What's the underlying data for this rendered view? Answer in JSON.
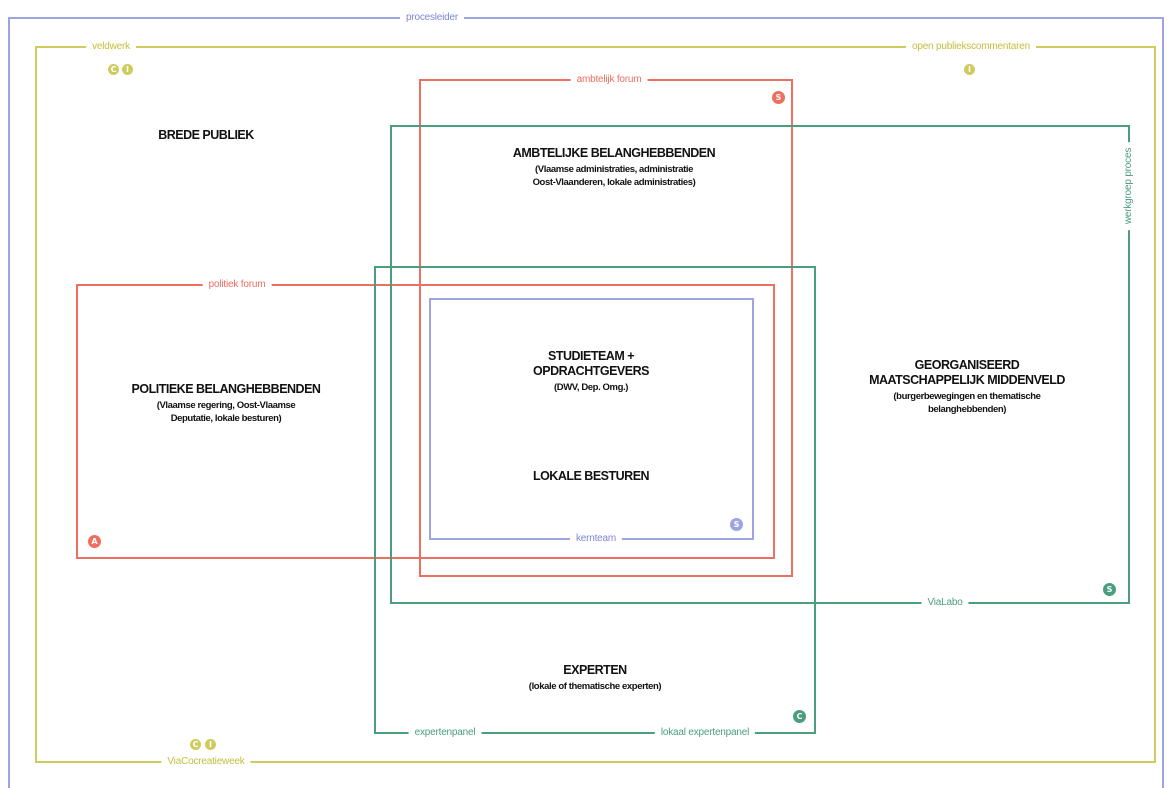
{
  "colors": {
    "procesleider": "#9ea4e0",
    "veldwerk": "#cfcb5e",
    "forum": "#ee6e5f",
    "werkgroep": "#4a9e7e",
    "kernteam": "#7f86d6"
  },
  "frame_labels": {
    "procesleider": "procesleider",
    "veldwerk": "veldwerk",
    "open_publiek": "open publiekscommentaren",
    "ambtelijk_forum": "ambtelijk forum",
    "werkgroep": "werkgroep proces",
    "politiek_forum": "politiek forum",
    "kernteam": "kernteam",
    "vialabo": "ViaLabo",
    "expertenpanel": "expertenpanel",
    "lokaal_expertenpanel": "lokaal expertenpanel",
    "viacocreatieweek": "ViaCocreatieweek"
  },
  "badges": {
    "veldwerk_1": "C",
    "veldwerk_2": "I",
    "open_publiek": "I",
    "ambtelijk_forum": "S",
    "politiek_forum": "A",
    "kernteam": "S",
    "vialabo": "S",
    "experten": "C",
    "viacocreatie_1": "C",
    "viacocreatie_2": "I"
  },
  "groups": {
    "brede_publiek": {
      "title": "BREDE PUBLIEK"
    },
    "ambtelijk": {
      "title": "AMBTELIJKE BELANGHEBBENDEN",
      "sub1": "(Vlaamse administraties, administratie",
      "sub2": "Oost-Vlaanderen, lokale administraties)"
    },
    "studieteam": {
      "title1": "STUDIETEAM +",
      "title2": "OPDRACHTGEVERS",
      "sub": "(DWV, Dep. Omg.)"
    },
    "lokale_besturen": {
      "title": "LOKALE BESTUREN"
    },
    "politiek": {
      "title": "POLITIEKE BELANGHEBBENDEN",
      "sub1": "(Vlaamse regering, Oost-Vlaamse",
      "sub2": "Deputatie, lokale besturen)"
    },
    "middenveld": {
      "title1": "GEORGANISEERD",
      "title2": "MAATSCHAPPELIJK MIDDENVELD",
      "sub": "(burgerbewegingen en thematische belanghebbenden)"
    },
    "experten": {
      "title": "EXPERTEN",
      "sub": "(lokale of thematische experten)"
    }
  }
}
